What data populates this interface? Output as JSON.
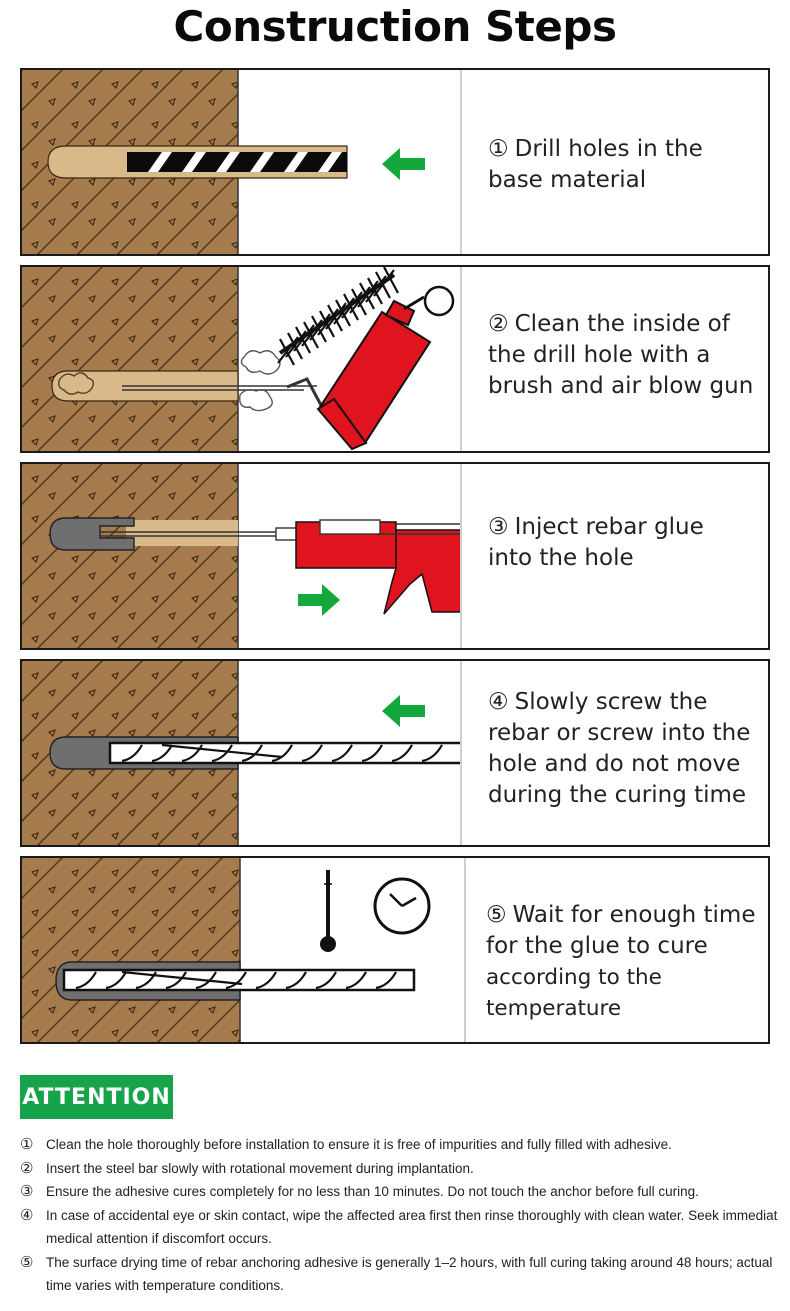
{
  "title": "Construction Steps",
  "steps": [
    {
      "num": "①",
      "lines": [
        "Drill holes in the",
        "base material"
      ]
    },
    {
      "num": "②",
      "lines": [
        "Clean the inside of",
        "the drill hole with a",
        "brush and air blow gun"
      ]
    },
    {
      "num": "③",
      "lines": [
        "Inject rebar glue",
        "into the hole"
      ]
    },
    {
      "num": "④",
      "lines": [
        "Slowly screw the",
        "rebar or screw into the",
        "hole and do not move",
        "during the curing time"
      ]
    },
    {
      "num": "⑤",
      "lines": [
        "Wait for enough time",
        "for the glue to cure",
        "according to the temperature"
      ]
    }
  ],
  "attention": {
    "label": "ATTENTION",
    "notes": [
      {
        "num": "①",
        "text": "Clean the hole thoroughly before installation to ensure it is free of impurities and fully filled with adhesive."
      },
      {
        "num": "②",
        "text": "Insert the steel bar slowly with rotational movement during implantation."
      },
      {
        "num": "③",
        "text": "Ensure the adhesive cures completely for no less than 10 minutes. Do not touch the anchor before full curing."
      },
      {
        "num": "④",
        "text": "In case of accidental eye or skin contact, wipe the affected area first then rinse thoroughly with clean water. Seek immediat medical attention if discomfort occurs."
      },
      {
        "num": "⑤",
        "text": "The surface drying time of rebar anchoring adhesive is generally 1–2 hours, with full curing taking around 48 hours; actual time varies with temperature conditions."
      }
    ]
  },
  "colors": {
    "wall": "#a67c4e",
    "hole": "#d8b98a",
    "glue": "#777777",
    "arrow": "#14a83c",
    "tool_red": "#e0141e",
    "attention_bg": "#16a34a"
  },
  "icons": [
    "drill-bit-icon",
    "arrow-left-icon",
    "brush-icon",
    "air-blow-gun-icon",
    "glue-gun-icon",
    "arrow-right-icon",
    "rebar-icon",
    "thermometer-icon",
    "clock-icon"
  ]
}
